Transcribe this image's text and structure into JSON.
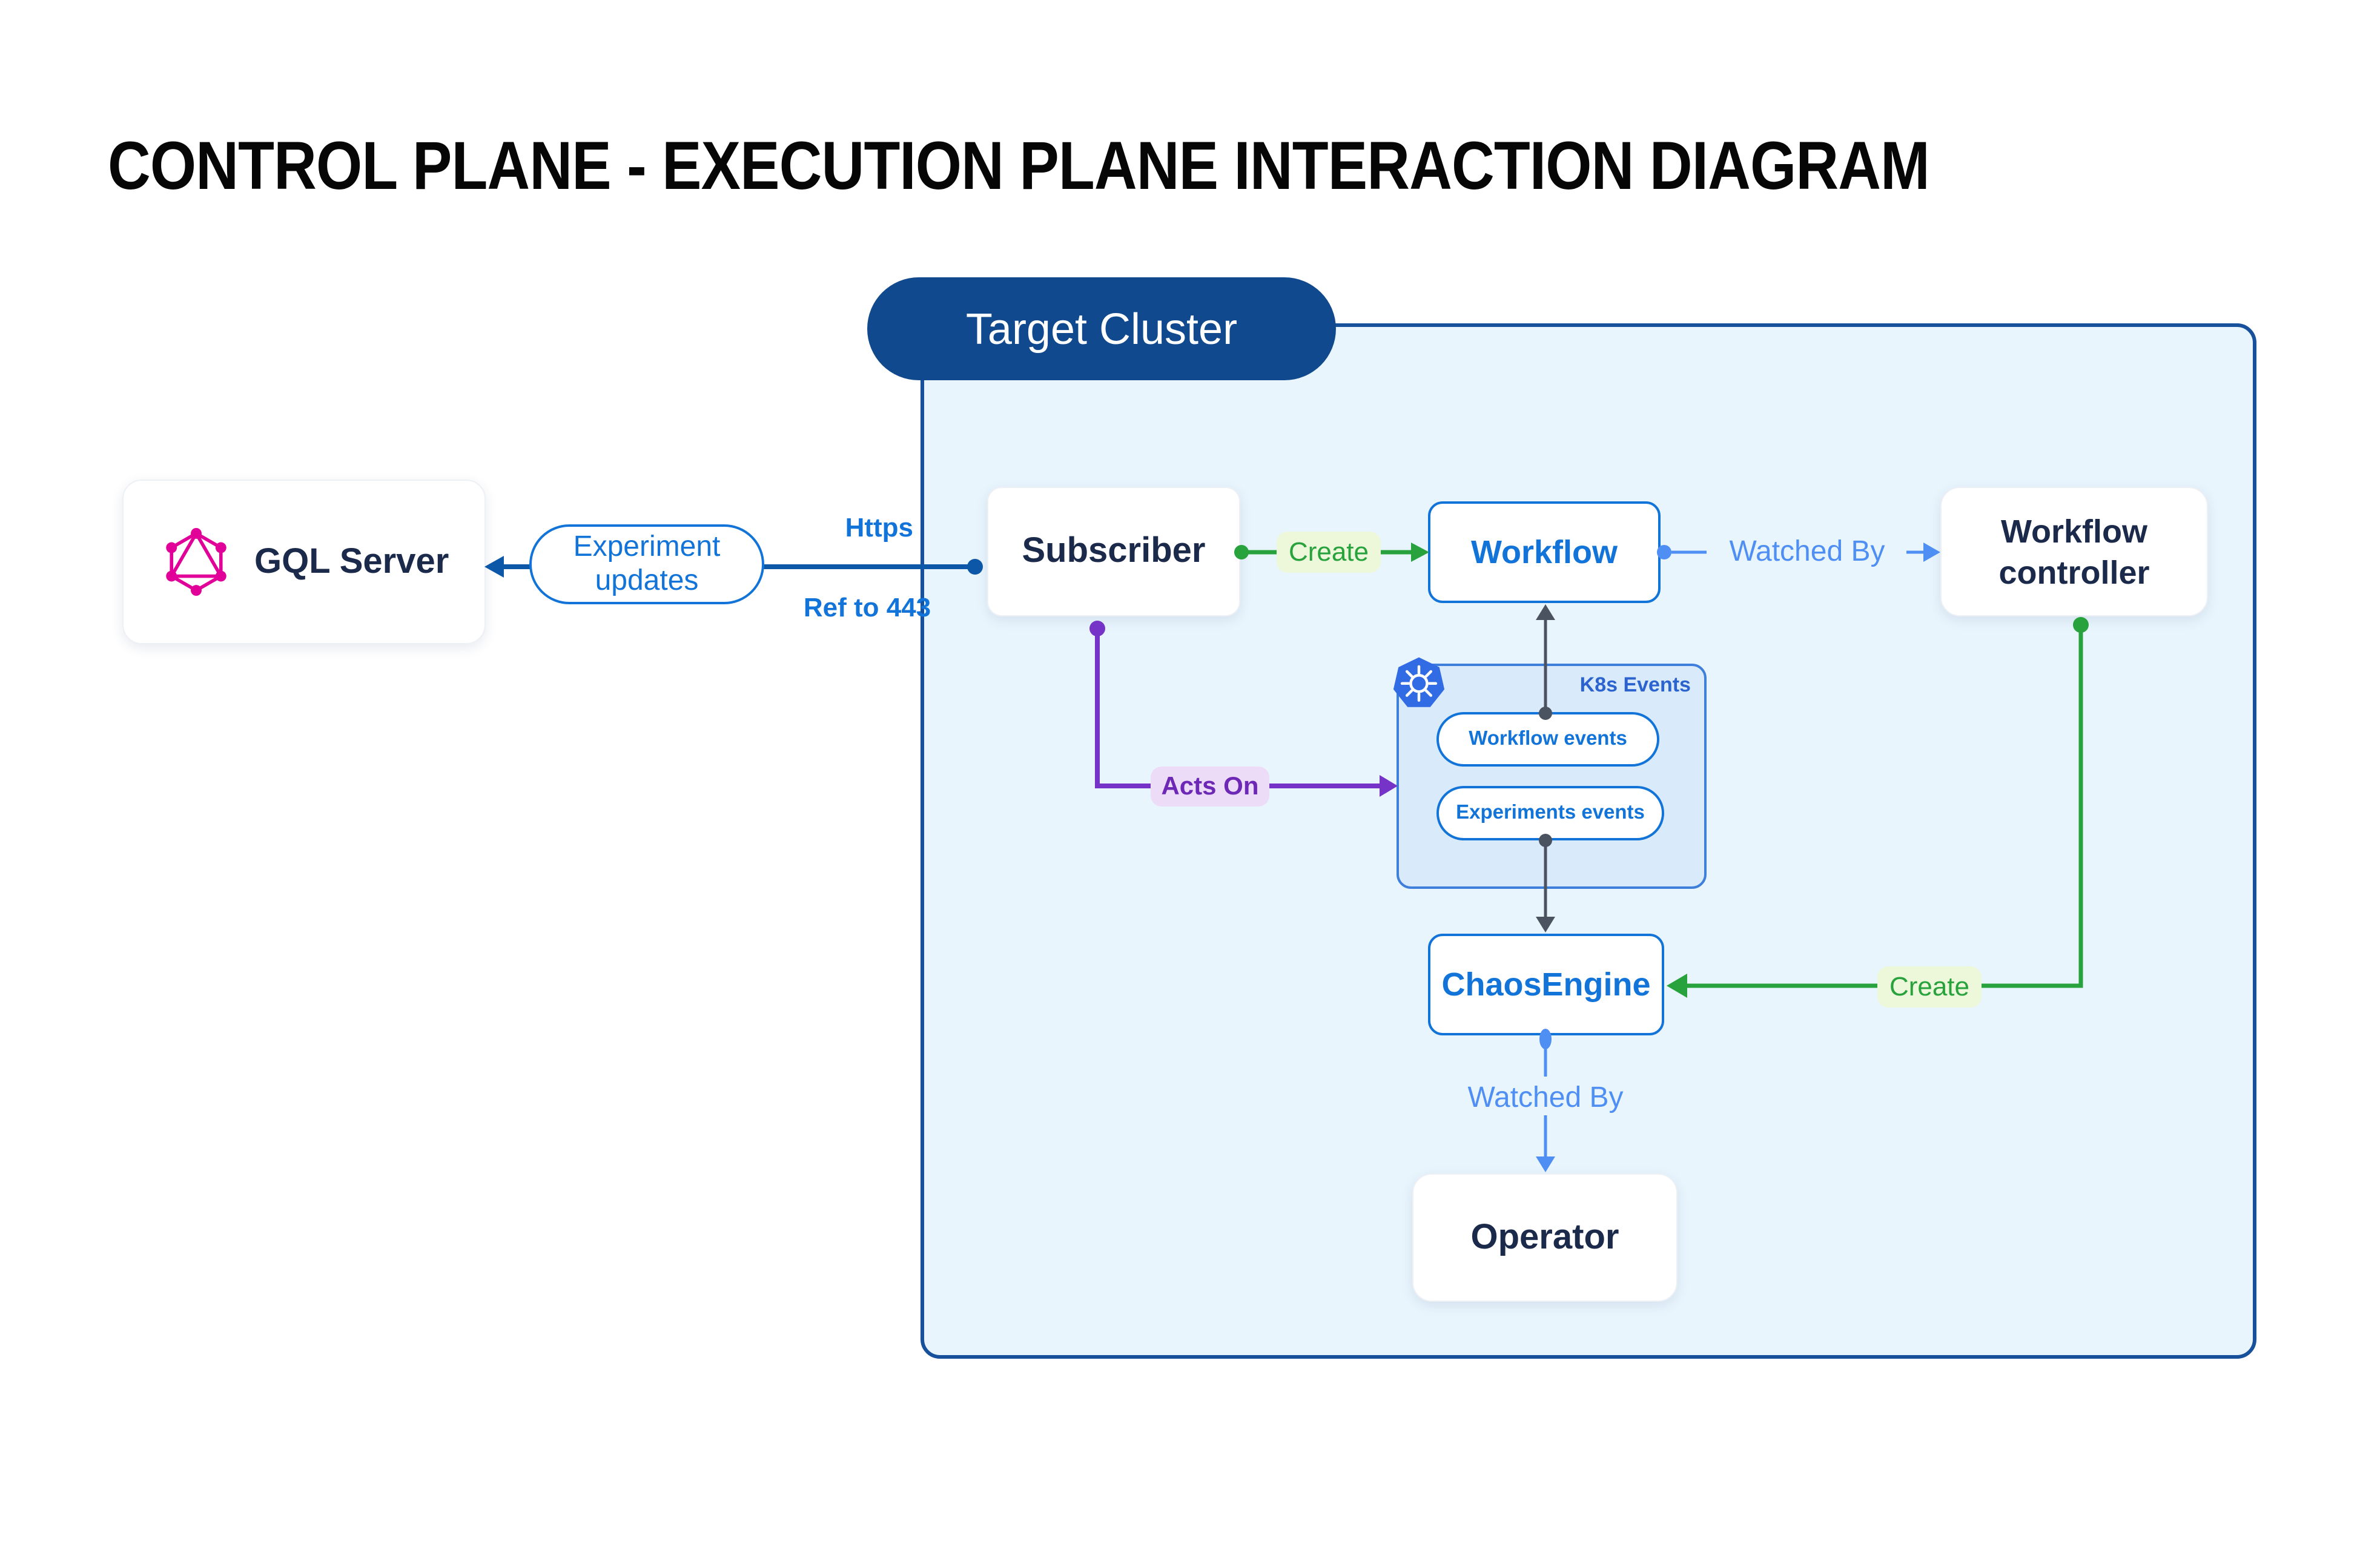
{
  "title": "CONTROL PLANE - EXECUTION PLANE INTERACTION DIAGRAM",
  "cluster": {
    "label": "Target Cluster"
  },
  "nodes": {
    "gql_server": {
      "label": "GQL Server"
    },
    "subscriber": {
      "label": "Subscriber"
    },
    "workflow": {
      "label": "Workflow"
    },
    "workflow_controller": {
      "label_line1": "Workflow",
      "label_line2": "controller"
    },
    "chaos_engine": {
      "label": "ChaosEngine"
    },
    "operator": {
      "label": "Operator"
    }
  },
  "k8s_events": {
    "title": "K8s Events",
    "events": [
      {
        "label": "Workflow events"
      },
      {
        "label": "Experiments events"
      }
    ]
  },
  "edges": {
    "experiment_updates": "Experiment updates",
    "https": "Https",
    "ref_to_443": "Ref to 443",
    "create_workflow": "Create",
    "create_chaosengine": "Create",
    "watched_by_workflow": "Watched By",
    "watched_by_operator": "Watched By",
    "acts_on": "Acts On"
  },
  "icons": {
    "graphql": "graphql-logo",
    "kubernetes": "kubernetes-logo"
  },
  "colors": {
    "title_text": "#060606",
    "cluster_fill": "#e9f5fd",
    "cluster_border": "#17509b",
    "target_pill": "#11498f",
    "navy_text": "#1b2a4a",
    "strong_blue": "#1274d8",
    "medium_blue": "#4f8ff3",
    "dark_line_blue": "#0d57a9",
    "green": "#27a23c",
    "green_bg": "#edf7da",
    "purple": "#7633c7",
    "purple_text": "#6d28b5",
    "purple_bg": "#ecdcf8",
    "gray_line": "#4b5260",
    "k8s_box_fill": "#d9eafb",
    "k8s_blue": "#326ce5",
    "graphql_pink": "#e10098"
  }
}
